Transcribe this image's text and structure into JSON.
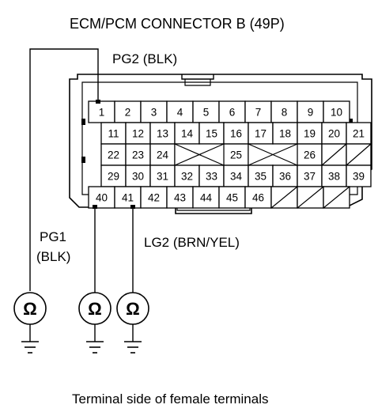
{
  "title": "ECM/PCM CONNECTOR B (49P)",
  "caption": "Terminal side of female terminals",
  "labels": {
    "pg2": "PG2 (BLK)",
    "pg1_line1": "PG1",
    "pg1_line2": "(BLK)",
    "lg2": "LG2 (BRN/YEL)"
  },
  "meter_symbol": "Ω",
  "connector": {
    "rows": [
      [
        "1",
        "2",
        "3",
        "4",
        "5",
        "6",
        "7",
        "8",
        "9",
        "10"
      ],
      [
        "11",
        "12",
        "13",
        "14",
        "15",
        "16",
        "17",
        "18",
        "19",
        "20",
        "21"
      ],
      [
        "22",
        "23",
        "24",
        "",
        "",
        "25",
        "",
        "",
        "26",
        "",
        ""
      ],
      [
        "29",
        "30",
        "31",
        "32",
        "33",
        "34",
        "35",
        "36",
        "37",
        "38",
        "39"
      ],
      [
        "40",
        "41",
        "42",
        "43",
        "44",
        "45",
        "46",
        "",
        "",
        ""
      ]
    ]
  },
  "probes": [
    {
      "label_key": "pg2",
      "terminal": "1"
    },
    {
      "label_key": "pg1",
      "terminal": "40"
    },
    {
      "label_key": "lg2",
      "terminal": "41"
    }
  ]
}
